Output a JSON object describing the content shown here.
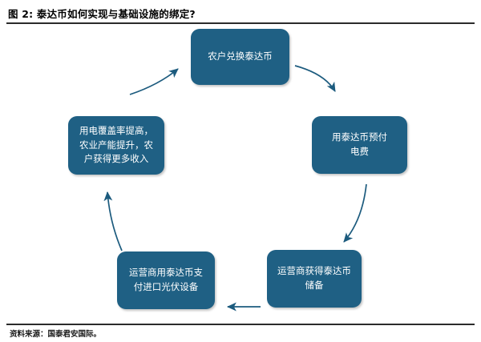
{
  "figure": {
    "label": "图 2:",
    "title": "图 2:  泰达币如何实现与基础设施的绑定?",
    "source": "资料来源：国泰君安国际。",
    "accent_color": "#1f6084",
    "rule_color": "#2b2b2b",
    "text_color": "#ffffff"
  },
  "diagram": {
    "type": "cycle-flow",
    "nodes": [
      {
        "id": "node-top",
        "name": "farmer-exchange-usdt",
        "label": "农户兑换泰达币"
      },
      {
        "id": "node-right",
        "name": "prepay-electricity-usdt",
        "label": "用泰达币预付\n电费"
      },
      {
        "id": "node-botright",
        "name": "operator-usdt-reserve",
        "label": "运营商获得泰达币\n储备"
      },
      {
        "id": "node-botleft",
        "name": "operator-pay-pv-equipment",
        "label": "运营商用泰达币支\n付进口光伏设备"
      },
      {
        "id": "node-left",
        "name": "coverage-yield-income-up",
        "label": "用电覆盖率提高，\n农业产能提升，农\n户获得更多收入"
      }
    ],
    "edges": [
      {
        "from": "node-top",
        "to": "node-right",
        "name": "arrow-top-to-right"
      },
      {
        "from": "node-right",
        "to": "node-botright",
        "name": "arrow-right-to-bottom-right"
      },
      {
        "from": "node-botright",
        "to": "node-botleft",
        "name": "arrow-bottom-right-to-bottom-left"
      },
      {
        "from": "node-botleft",
        "to": "node-left",
        "name": "arrow-bottom-left-to-left"
      },
      {
        "from": "node-left",
        "to": "node-top",
        "name": "arrow-left-to-top"
      }
    ]
  }
}
